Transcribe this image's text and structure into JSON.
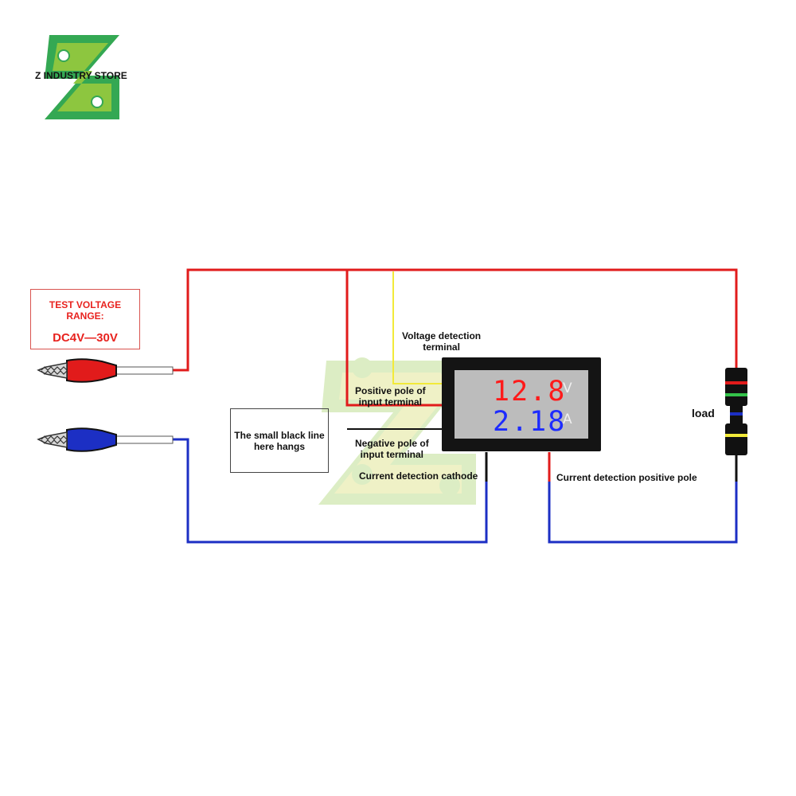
{
  "logo": {
    "text": "Z INDUSTRY STORE",
    "colors": {
      "green": "#34a853",
      "lime": "#8dc63f",
      "yellow": "#e8d84a"
    }
  },
  "test_range": {
    "title": "TEST VOLTAGE RANGE:",
    "value": "DC4V—30V"
  },
  "note": {
    "text_line1": "The small black line",
    "text_line2": "here hangs"
  },
  "meter": {
    "voltage_reading": "12.8",
    "current_reading": "2.18",
    "voltage_unit": "V",
    "current_unit": "A"
  },
  "labels": {
    "voltage_detection_1": "Voltage detection",
    "voltage_detection_2": "terminal",
    "positive_pole_1": "Positive pole of",
    "positive_pole_2": "input terminal",
    "negative_pole_1": "Negative pole of",
    "negative_pole_2": "input terminal",
    "current_cathode": "Current detection cathode",
    "current_positive": "Current detection positive pole",
    "load": "load"
  },
  "colors": {
    "red_wire": "#e11b1b",
    "blue_wire": "#1c2fc4",
    "yellow_wire": "#f2ea3a",
    "black_wire": "#111111"
  }
}
